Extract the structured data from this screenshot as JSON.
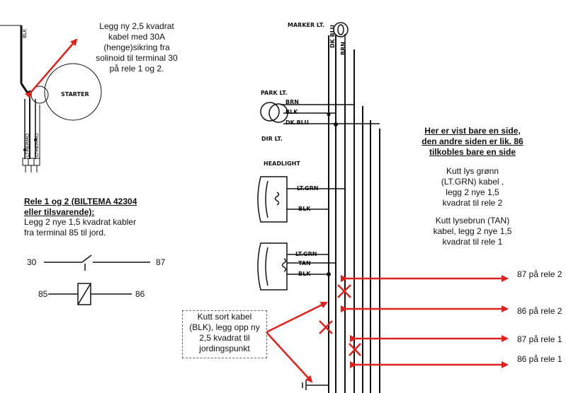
{
  "top_left_note": "Legg ny 2,5 kvadrat\nkabel med 30A\n(henge)sikring fra\nsolinoid til terminal 30\npå rele 1 og 2.",
  "relay_heading": "Rele 1 og 2 (BILTEMA 42304\neller tilsvarende):",
  "relay_text": "Legg 2 nye 1,5 kvadrat kabler\nfra terminal 85 til jord.",
  "relay_terms": {
    "t30": "30",
    "t87": "87",
    "t85": "85",
    "t86": "86"
  },
  "right_heading": "Her er vist bare en side,\nden andre siden er lik. 86\ntilkobles bare en side",
  "green_note": "Kutt lys grønn\n(LT.GRN) kabel ,\nlegg 2 nye 1,5\nkvadrat til rele 2",
  "tan_note": "Kutt lysebrun (TAN)\nkabel, legg 2 nye 1,5\nkvadrat til rele 1",
  "black_note": "Kutt sort kabel\n(BLK), legg opp ny\n2,5 kvadrat til\njordingspunkt",
  "arrow_labels": [
    "87 på rele 2",
    "86 på rele 2",
    "87 på rele 1",
    "86 på rele 1"
  ],
  "schematic_labels": {
    "marker": "MARKER LT.",
    "dk_blu_v": "DK BLU",
    "brn_v": "BRN",
    "park": "PARK LT.",
    "dir": "DIR LT.",
    "brn": "BRN",
    "blk": "BLK",
    "dk_blu": "DK BLU",
    "headlight": "HEADLIGHT",
    "lt_grn": "LT.GRN",
    "blk2": "BLK",
    "lt_grn2": "LT.GRN",
    "tan": "TAN",
    "blk3": "BLK",
    "starter": "STARTER",
    "blk_v": "BLK",
    "thermo1": "LTHERMO",
    "thermo2": "LTHERMO"
  },
  "colors": {
    "arrow": "#e0201c",
    "line": "#111111"
  }
}
